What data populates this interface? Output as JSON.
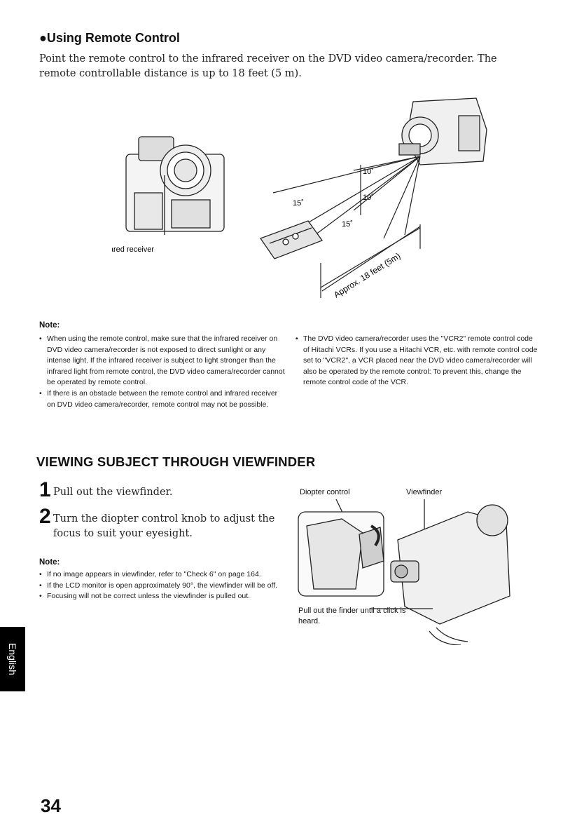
{
  "remote_section": {
    "heading": "●Using Remote Control",
    "intro": "Point the remote control to the infrared receiver on the DVD video camera/recorder. The remote controllable distance is up to 18 feet (5 m).",
    "figure": {
      "receiver_label": "Infrared receiver",
      "angle_top_1": "10˚",
      "angle_top_2": "10˚",
      "angle_left_1": "15˚",
      "angle_left_2": "15˚",
      "distance_label": "Approx. 18 feet (5m)"
    },
    "note_heading": "Note:",
    "notes_left": [
      "When using the remote control, make sure that the infrared receiver on DVD video camera/recorder is not exposed to direct sunlight or any intense light. If the infrared receiver is subject to light stronger than the infrared light from remote control, the DVD video camera/recorder cannot be operated by remote control.",
      "If there is an obstacle between the remote control and infrared receiver on DVD video camera/recorder, remote control may not be possible."
    ],
    "notes_right": [
      "The DVD video camera/recorder uses the \"VCR2\" remote control code of Hitachi VCRs. If you use a Hitachi VCR, etc. with remote control code set to \"VCR2\", a VCR placed near the DVD video camera/recorder will also be operated by the remote control: To prevent this, change the remote control code of the VCR."
    ]
  },
  "viewfinder_section": {
    "heading": "VIEWING SUBJECT THROUGH VIEWFINDER",
    "steps": [
      {
        "number": "1",
        "text": "Pull out the viewfinder."
      },
      {
        "number": "2",
        "text": "Turn the diopter control knob to adjust the focus to suit your eyesight."
      }
    ],
    "note_heading": "Note:",
    "notes": [
      "If no image appears in viewfinder, refer to \"Check 6\" on page 164.",
      "If the LCD monitor is open approximately 90°, the viewfinder will be off.",
      "Focusing will not be correct unless the viewfinder is pulled out."
    ],
    "figure": {
      "diopter_label": "Diopter control",
      "viewfinder_label": "Viewfinder",
      "caption": "Pull out the finder until a click is heard."
    }
  },
  "side_tab": "English",
  "page_number": "34"
}
